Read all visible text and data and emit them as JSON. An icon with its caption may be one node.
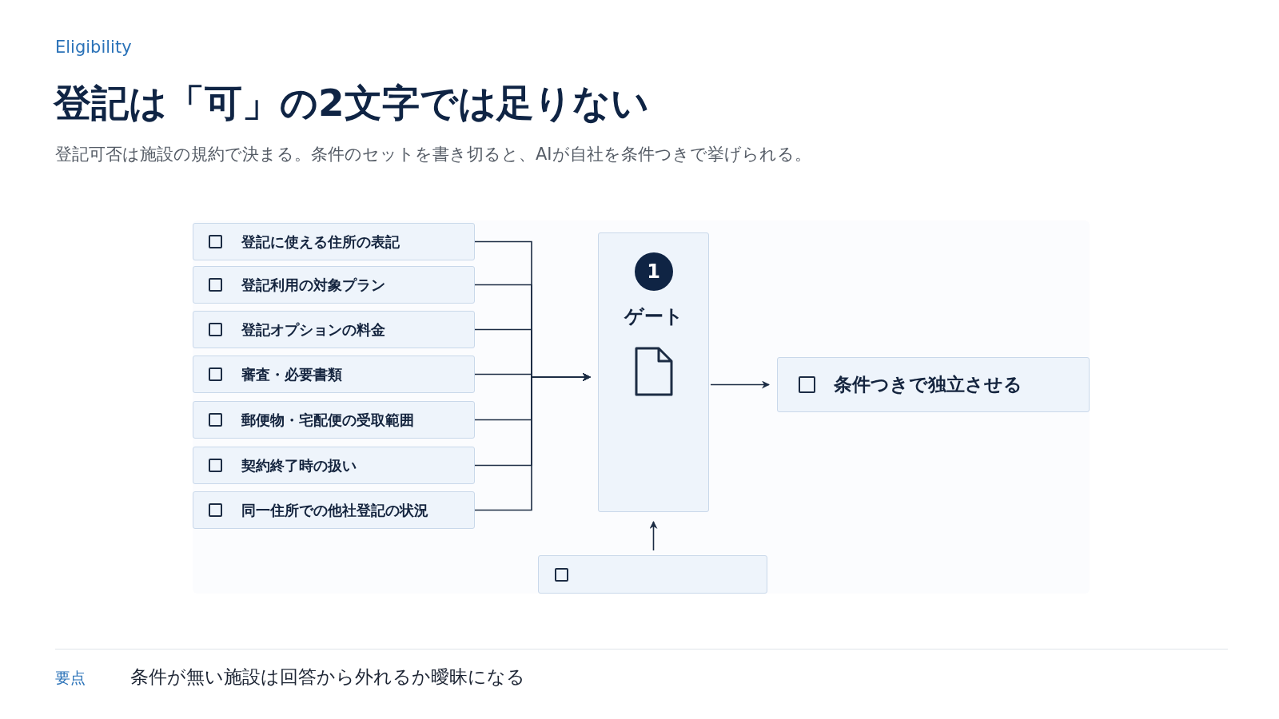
{
  "diagram": {
    "title": "登記は「可」の2文字では足りない",
    "nodes": [
      {
        "text": [
          "登記に使える住所の表記"
        ]
      },
      {
        "text": [
          "登記利用の対象プラン"
        ]
      },
      {
        "text": [
          "登記オプションの料金"
        ]
      },
      {
        "text": [
          "審査・必要書類"
        ]
      },
      {
        "text": [
          "郵便物・宅配便の受取範囲"
        ]
      },
      {
        "text": [
          "契約終了時の扱い"
        ]
      },
      {
        "text": [
          "同一住所での他社登記の状況"
        ]
      },
      {
        "text": [
          "1",
          "ゲート"
        ]
      },
      {
        "text": [
          "条件つきで独立させる"
        ]
      },
      {
        "text": [],
        "shape": "box"
      }
    ],
    "edges": [
      {
        "from": 0,
        "to": 7,
        "arrow": "to"
      },
      {
        "from": 1,
        "to": 7,
        "arrow": "to"
      },
      {
        "from": 2,
        "to": 7,
        "arrow": "to"
      },
      {
        "from": 3,
        "to": 7,
        "arrow": "to"
      },
      {
        "from": 4,
        "to": 7,
        "arrow": "to"
      },
      {
        "from": 5,
        "to": 7,
        "arrow": "to"
      },
      {
        "from": 6,
        "to": 7,
        "arrow": "to"
      },
      {
        "from": 7,
        "to": 8,
        "arrow": "to"
      },
      {
        "from": 9,
        "to": 7,
        "arrow": "to"
      }
    ],
    "labels": [
      "Eligibility",
      "登記可否は施設の規約で決まる。条件のセットを書き切ると、AIが自社を条件つきで挙げられる。",
      "要点",
      "条件が無い施設は回答から外れるか曖昧になる"
    ]
  }
}
